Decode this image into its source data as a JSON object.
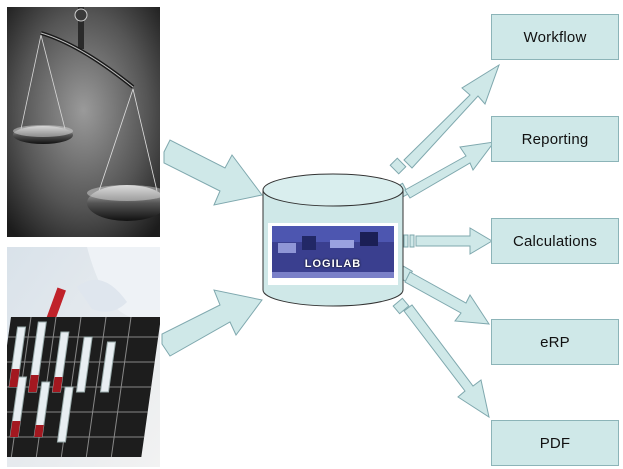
{
  "outputs": {
    "workflow": "Workflow",
    "reporting": "Reporting",
    "calculations": "Calculations",
    "erp": "eRP",
    "pdf": "PDF"
  },
  "database": {
    "logo_text": "LOGILAB"
  },
  "colors": {
    "arrow_fill": "#cfe8e8",
    "arrow_stroke": "#7fa8ae",
    "box_fill": "#cfe8e8",
    "cylinder_fill": "#cfe8e8"
  },
  "icons": {
    "top_photo": "balance-scales-image",
    "bottom_photo": "lab-test-tube-rack-image"
  }
}
